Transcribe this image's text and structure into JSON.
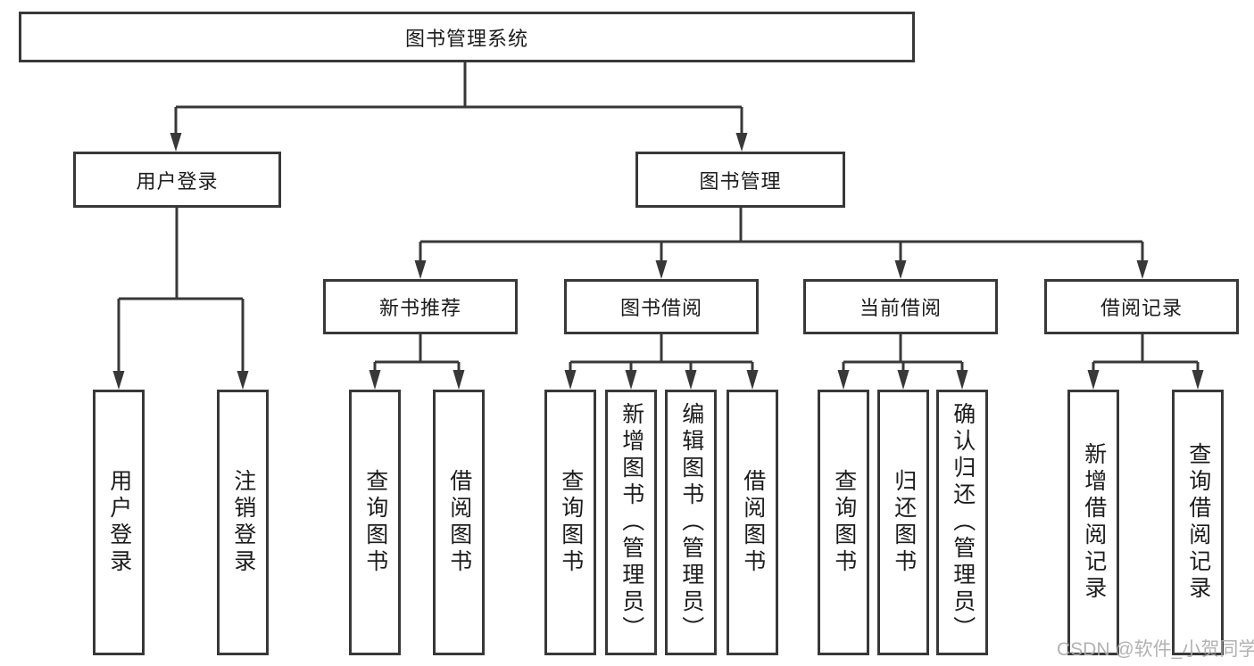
{
  "diagram": {
    "root": {
      "label": "图书管理系统"
    },
    "level2": [
      {
        "label": "用户登录"
      },
      {
        "label": "图书管理"
      }
    ],
    "level3": [
      {
        "label": "新书推荐"
      },
      {
        "label": "图书借阅"
      },
      {
        "label": "当前借阅"
      },
      {
        "label": "借阅记录"
      }
    ],
    "leaves": {
      "user_login": [
        {
          "label": "用户登录"
        },
        {
          "label": "注销登录"
        }
      ],
      "new_book": [
        {
          "label": "查询图书"
        },
        {
          "label": "借阅图书"
        }
      ],
      "book_borrow": [
        {
          "label": "查询图书"
        },
        {
          "label": "新增图书（管理员）"
        },
        {
          "label": "编辑图书（管理员）"
        },
        {
          "label": "借阅图书"
        }
      ],
      "current_borrow": [
        {
          "label": "查询图书"
        },
        {
          "label": "归还图书"
        },
        {
          "label": "确认归还（管理员）"
        }
      ],
      "borrow_record": [
        {
          "label": "新增借阅记录"
        },
        {
          "label": "查询借阅记录"
        }
      ]
    }
  },
  "watermark": "CSDN @软件_小贺同学",
  "colors": {
    "line": "#383838",
    "text": "#1c1c1c",
    "watermark": "#ababab",
    "background": "#ffffff"
  }
}
